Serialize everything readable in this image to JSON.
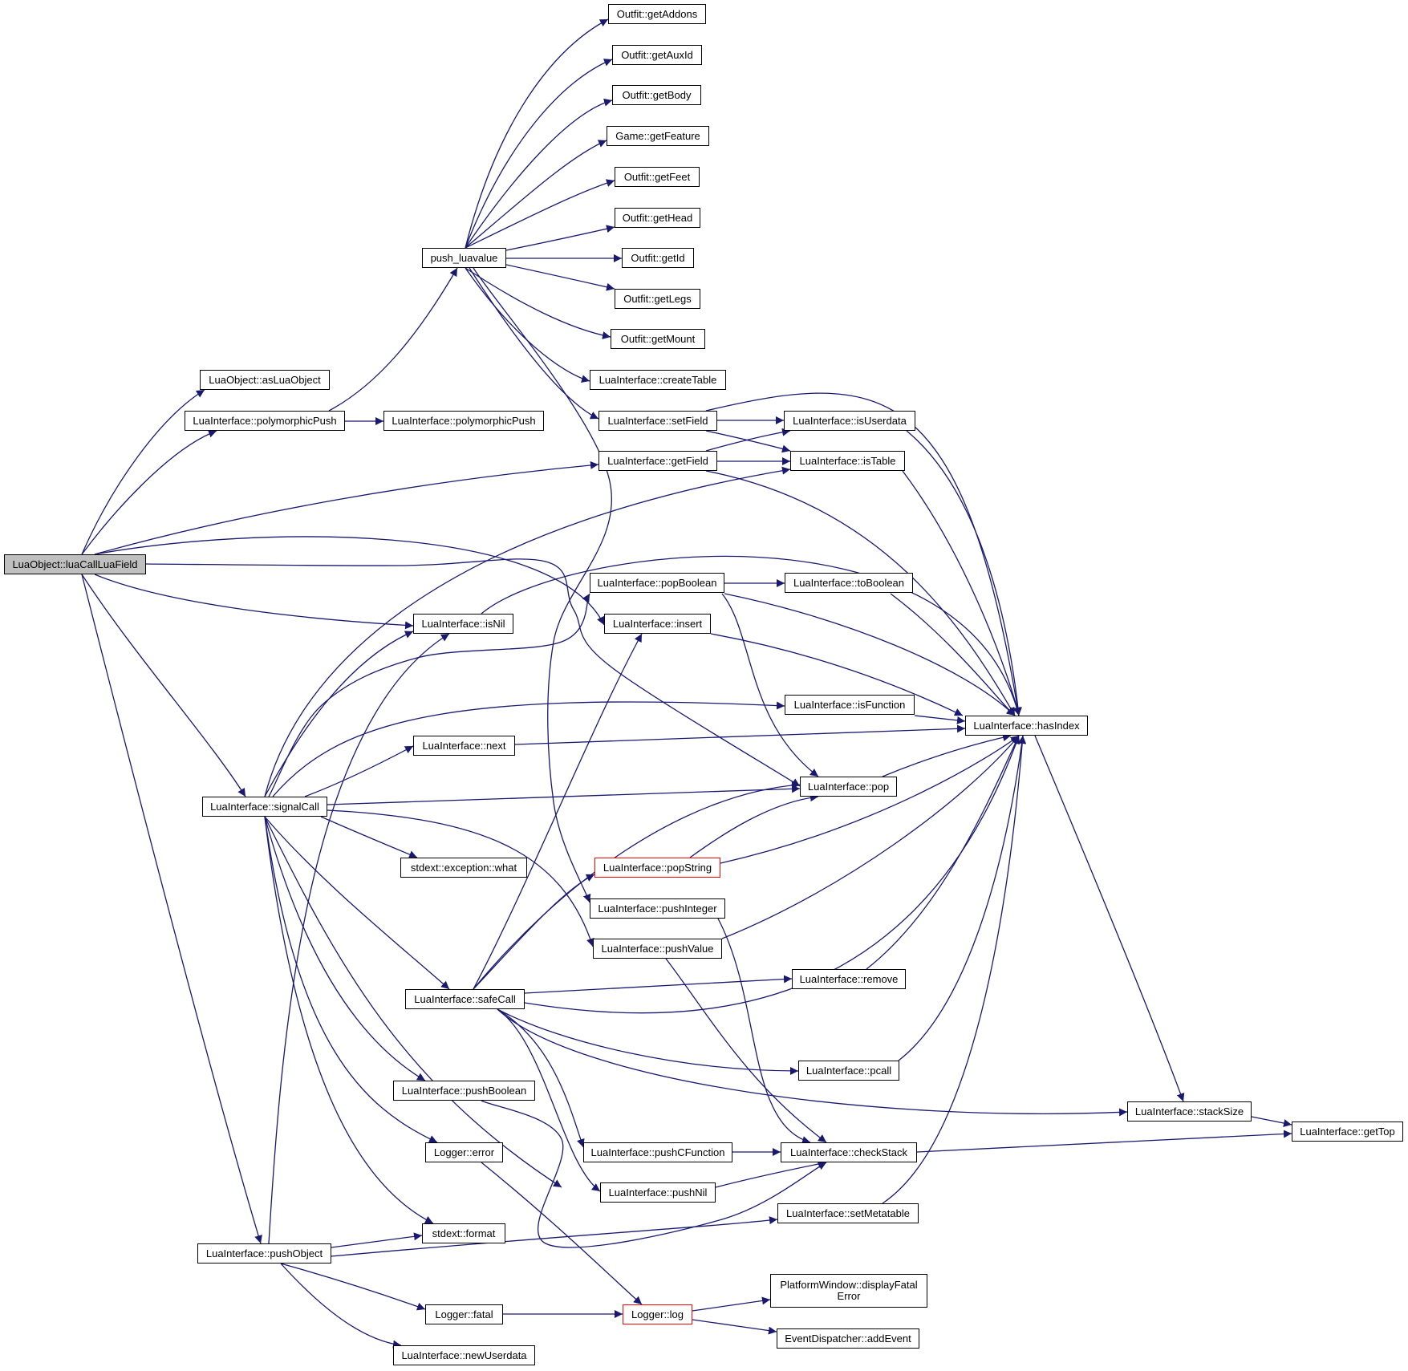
{
  "graph": {
    "colors": {
      "edge": "#191970",
      "root_fill": "#bfbfbf",
      "node_border": "#000000",
      "highlight_border": "#ff0000"
    },
    "nodes": [
      {
        "id": "luaCallLuaField",
        "label": "LuaObject::luaCallLuaField",
        "style": "root"
      },
      {
        "id": "asLuaObject",
        "label": "LuaObject::asLuaObject"
      },
      {
        "id": "polymorphicPush1",
        "label": "LuaInterface::polymorphicPush"
      },
      {
        "id": "polymorphicPush2",
        "label": "LuaInterface::polymorphicPush"
      },
      {
        "id": "push_luavalue",
        "label": "push_luavalue"
      },
      {
        "id": "getAddons",
        "label": "Outfit::getAddons"
      },
      {
        "id": "getAuxId",
        "label": "Outfit::getAuxId"
      },
      {
        "id": "getBody",
        "label": "Outfit::getBody"
      },
      {
        "id": "getFeature",
        "label": "Game::getFeature"
      },
      {
        "id": "getFeet",
        "label": "Outfit::getFeet"
      },
      {
        "id": "getHead",
        "label": "Outfit::getHead"
      },
      {
        "id": "getId",
        "label": "Outfit::getId"
      },
      {
        "id": "getLegs",
        "label": "Outfit::getLegs"
      },
      {
        "id": "getMount",
        "label": "Outfit::getMount"
      },
      {
        "id": "createTable",
        "label": "LuaInterface::createTable"
      },
      {
        "id": "setField",
        "label": "LuaInterface::setField"
      },
      {
        "id": "getField",
        "label": "LuaInterface::getField"
      },
      {
        "id": "isUserdata",
        "label": "LuaInterface::isUserdata"
      },
      {
        "id": "isTable",
        "label": "LuaInterface::isTable"
      },
      {
        "id": "popBoolean",
        "label": "LuaInterface::popBoolean"
      },
      {
        "id": "toBoolean",
        "label": "LuaInterface::toBoolean"
      },
      {
        "id": "isNil",
        "label": "LuaInterface::isNil"
      },
      {
        "id": "insert",
        "label": "LuaInterface::insert"
      },
      {
        "id": "isFunction",
        "label": "LuaInterface::isFunction"
      },
      {
        "id": "hasIndex",
        "label": "LuaInterface::hasIndex"
      },
      {
        "id": "next",
        "label": "LuaInterface::next"
      },
      {
        "id": "signalCall",
        "label": "LuaInterface::signalCall"
      },
      {
        "id": "pop",
        "label": "LuaInterface::pop"
      },
      {
        "id": "exceptionWhat",
        "label": "stdext::exception::what"
      },
      {
        "id": "popString",
        "label": "LuaInterface::popString",
        "style": "red"
      },
      {
        "id": "pushInteger",
        "label": "LuaInterface::pushInteger"
      },
      {
        "id": "pushValue",
        "label": "LuaInterface::pushValue"
      },
      {
        "id": "safeCall",
        "label": "LuaInterface::safeCall"
      },
      {
        "id": "remove",
        "label": "LuaInterface::remove"
      },
      {
        "id": "pcall",
        "label": "LuaInterface::pcall"
      },
      {
        "id": "pushBoolean",
        "label": "LuaInterface::pushBoolean"
      },
      {
        "id": "stackSize",
        "label": "LuaInterface::stackSize"
      },
      {
        "id": "getTop",
        "label": "LuaInterface::getTop"
      },
      {
        "id": "loggerError",
        "label": "Logger::error"
      },
      {
        "id": "pushCFunction",
        "label": "LuaInterface::pushCFunction"
      },
      {
        "id": "checkStack",
        "label": "LuaInterface::checkStack"
      },
      {
        "id": "pushNil",
        "label": "LuaInterface::pushNil"
      },
      {
        "id": "setMetatable",
        "label": "LuaInterface::setMetatable"
      },
      {
        "id": "stdextFormat",
        "label": "stdext::format"
      },
      {
        "id": "pushObject",
        "label": "LuaInterface::pushObject"
      },
      {
        "id": "displayFatalError",
        "label": "PlatformWindow::displayFatal\nError"
      },
      {
        "id": "loggerFatal",
        "label": "Logger::fatal"
      },
      {
        "id": "loggerLog",
        "label": "Logger::log",
        "style": "red"
      },
      {
        "id": "addEvent",
        "label": "EventDispatcher::addEvent"
      },
      {
        "id": "newUserdata",
        "label": "LuaInterface::newUserdata"
      }
    ]
  }
}
